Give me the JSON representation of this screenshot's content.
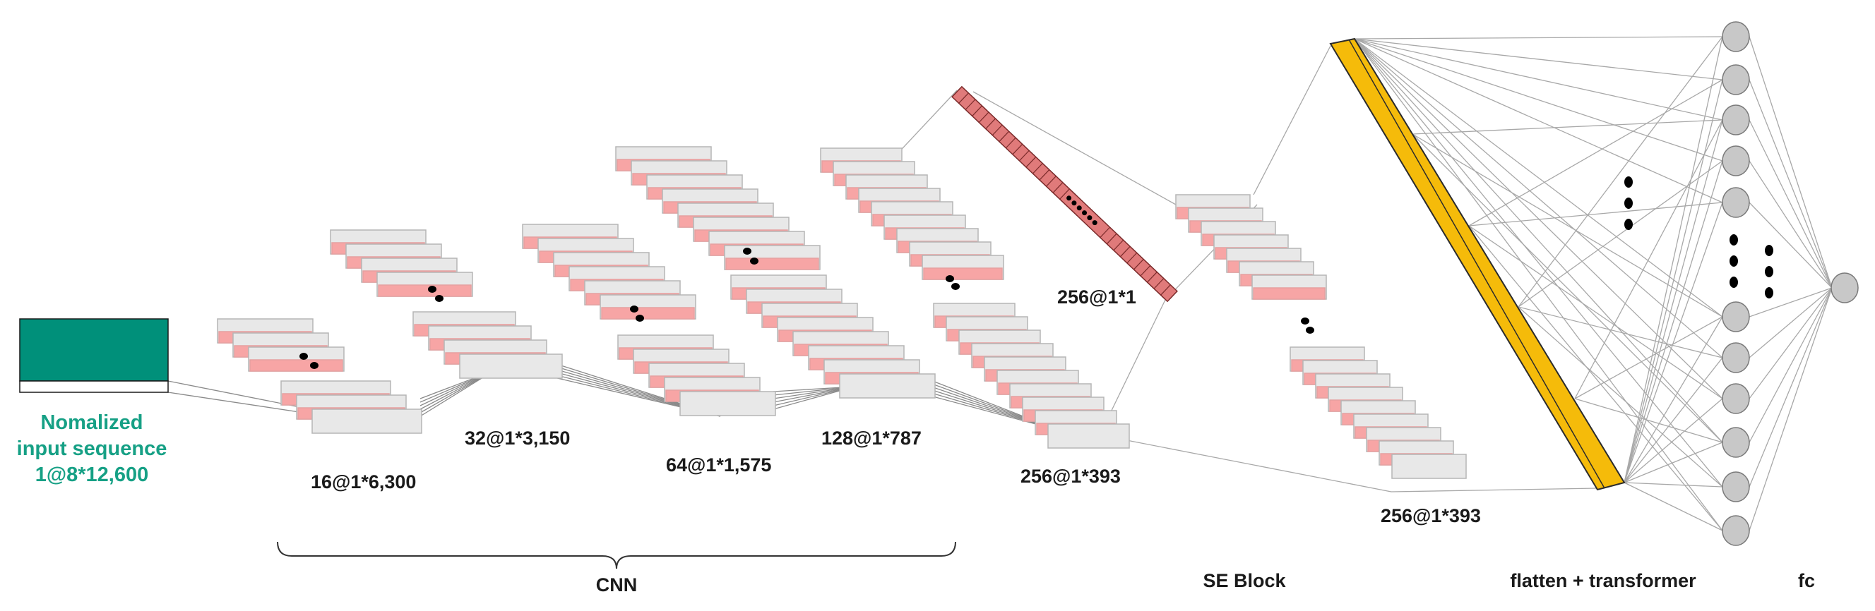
{
  "colors": {
    "input_block": "#00907a",
    "input_label": "#16a085",
    "sheet_gray": "#e8e8e8",
    "sheet_pink": "#f7a5a5",
    "se_bar": "#e07a7a",
    "transformer_bar": "#f5bb0a",
    "node_fill": "#c8c8c8"
  },
  "input": {
    "label_line1": "Nomalized",
    "label_line2": "input sequence",
    "label_line3": "1@8*12,600"
  },
  "cnn": {
    "layer1": "16@1*6,300",
    "layer2": "32@1*3,150",
    "layer3": "64@1*1,575",
    "layer4": "128@1*787",
    "layer5": "256@1*393",
    "group_label": "CNN"
  },
  "se": {
    "squeeze_label": "256@1*1",
    "output_label": "256@1*393",
    "group_label": "SE Block"
  },
  "transformer": {
    "group_label": "flatten + transformer"
  },
  "fc": {
    "group_label": "fc"
  }
}
